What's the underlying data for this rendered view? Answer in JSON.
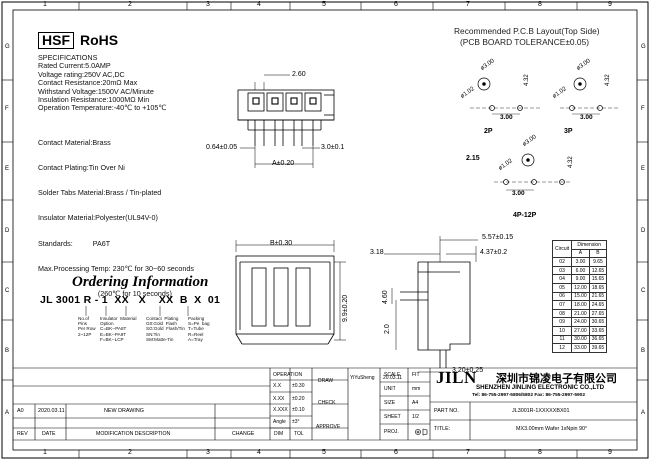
{
  "frame": {
    "col_labels": [
      "1",
      "2",
      "3",
      "4",
      "5",
      "6",
      "7",
      "8",
      "9"
    ],
    "row_labels": [
      "G",
      "F",
      "E",
      "D",
      "C",
      "B",
      "A"
    ]
  },
  "header": {
    "hsf": "HSF",
    "rohs": "RoHS"
  },
  "specs": {
    "title": "SPECIFICATIONS",
    "lines": [
      "Rated  Current:5.0AMP",
      "Voltage rating:250V AC,DC",
      "Contact  Resistance:20mΩ Max",
      "Withstand Voltage:1500V AC/Minute",
      "Insulation Resistance:1000MΩ Min",
      "Operation  Temperature:-40℃ to +105℃"
    ],
    "material_lines": [
      "Contact Material:Brass",
      "Contact Plating:Tin Over Ni",
      "Solder Tabs Material:Brass / Tin-plated",
      "Insulator Material:Polyester(UL94V-0)",
      "Standards:          PA6T",
      "Max.Processing Temp: 230℃ for 30~60 seconds",
      "                              (260℃ for 10 seconds)"
    ]
  },
  "ordering": {
    "title": "Ordering Information",
    "part_code": "JL 3001 R - 1  XX   X    XX  B  X  01",
    "notes": {
      "pins": "No.of\nPins\nPer Row\n2~12P",
      "insulator": "Insulator  Material\nOption\nC=BK--PA6T\nE=BK--PA9T\nF=BK--LCP",
      "plating": "Contact  Plating\nG0:Gold  Flash\nSG:Gold  Flash/Tin\nSN:Tin\nSM:Matte-Tin",
      "packing": "Packing\nS=Pe  bag\nT=Tube\nR=Reel\nA=Tray"
    }
  },
  "layout_title": {
    "line1": "Recommended P.C.B Layout(Top Side)",
    "line2": "(PCB BOARD TOLERANCE±0.05)"
  },
  "dims": {
    "pitch_top": "2.60",
    "d064": "0.64±0.05",
    "d30": "3.0±0.1",
    "dA": "A±0.20",
    "dB": "B±0.30",
    "d99": "9.9±0.20",
    "d557": "5.57±0.15",
    "d318": "3.18",
    "d437": "4.37±0.2",
    "d46": "4.60",
    "d20": "2.0",
    "d32": "3.20±0.25",
    "hole3": "ø3.00",
    "hole1": "ø1.02",
    "d432": "4.32",
    "d300": "3.00",
    "d215": "2.15",
    "lbl2p": "2P",
    "lbl3p": "3P",
    "lbl4p": "4P-12P"
  },
  "circuit_table": {
    "header_circuit": "Circuit",
    "header_dimension": "Dimension",
    "header_a": "A",
    "header_b": "B",
    "rows": [
      [
        "02",
        "3.00",
        "9.65"
      ],
      [
        "03",
        "6.00",
        "12.65"
      ],
      [
        "04",
        "9.00",
        "15.65"
      ],
      [
        "05",
        "12.00",
        "18.65"
      ],
      [
        "06",
        "15.00",
        "21.65"
      ],
      [
        "07",
        "18.00",
        "24.65"
      ],
      [
        "08",
        "21.00",
        "27.65"
      ],
      [
        "09",
        "24.00",
        "30.65"
      ],
      [
        "10",
        "27.00",
        "33.65"
      ],
      [
        "11",
        "30.00",
        "36.65"
      ],
      [
        "12",
        "33.00",
        "39.65"
      ]
    ]
  },
  "title_block": {
    "rev_row": [
      "A0",
      "2020.03.11",
      "NEW DRAWING"
    ],
    "headers": [
      "REV",
      "DATE",
      "MODIFICATION DESCRIPTION",
      "CHANGE"
    ],
    "operation": "OPERATION",
    "tol_rows": [
      [
        "X.X",
        "±0.30"
      ],
      [
        "X.XX",
        "±0.20"
      ],
      [
        "X.XXX",
        "±0.10"
      ],
      [
        "Angle",
        "±3°"
      ]
    ],
    "dim": "DIM",
    "tol": "TOL",
    "draw": "DRAW",
    "check": "CHECK",
    "approve": "APPROVE",
    "drawer": "YiYuSheng",
    "draw_date": "20.03.11",
    "scale": "SCALE",
    "scale_val": "FIT",
    "unit": "UNIT",
    "unit_val": "mm",
    "size": "SIZE",
    "size_val": "A4",
    "sheet": "SHEET",
    "sheet_val": "1/2",
    "proj": "PROJ.",
    "logo": "JILN",
    "company_cn": "深圳市锦凌电子有限公司",
    "company_en": "SHENZHEN JINLING ELECTRONIC CO.,LTD",
    "tel": "Tel: 86-755-2997-5806/5802   Fax: 86-755-2997-5902",
    "part_no_label": "PART NO.",
    "part_no": "JL3001R-1XXXXXBX01",
    "title_label": "TITLE:",
    "title": "MX3.00mm Wafer 1xNpin 90°"
  }
}
